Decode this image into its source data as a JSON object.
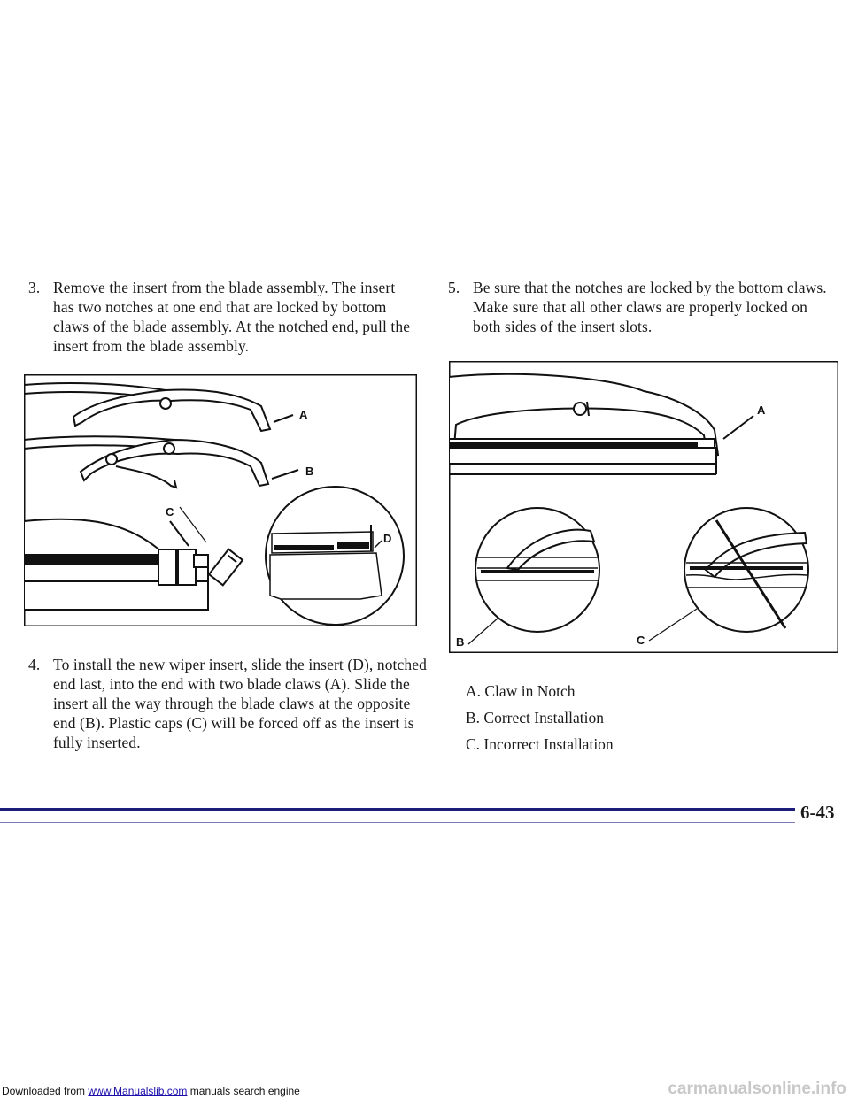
{
  "steps": [
    {
      "number": "3.",
      "text": "Remove the insert from the blade assembly. The insert has two notches at one end that are locked by bottom claws of the blade assembly. At the notched end, pull the insert from the blade assembly."
    },
    {
      "number": "4.",
      "text": "To install the new wiper insert, slide the insert (D), notched end last, into the end with two blade claws (A). Slide the insert all the way through the blade claws at the opposite end (B). Plastic caps (C) will be forced off as the insert is fully inserted."
    },
    {
      "number": "5.",
      "text": "Be sure that the notches are locked by the bottom claws. Make sure that all other claws are properly locked on both sides of the insert slots."
    }
  ],
  "figure_left": {
    "labels": [
      "A",
      "B",
      "C",
      "D"
    ]
  },
  "figure_right": {
    "labels": [
      "A",
      "B",
      "C"
    ]
  },
  "legend": [
    "A. Claw in Notch",
    "B. Correct Installation",
    "C. Incorrect Installation"
  ],
  "page_number": "6-43",
  "footer": {
    "prefix": "Downloaded from ",
    "link_text": "www.Manualslib.com",
    "suffix": " manuals search engine"
  },
  "watermark": "carmanualsonline.info"
}
